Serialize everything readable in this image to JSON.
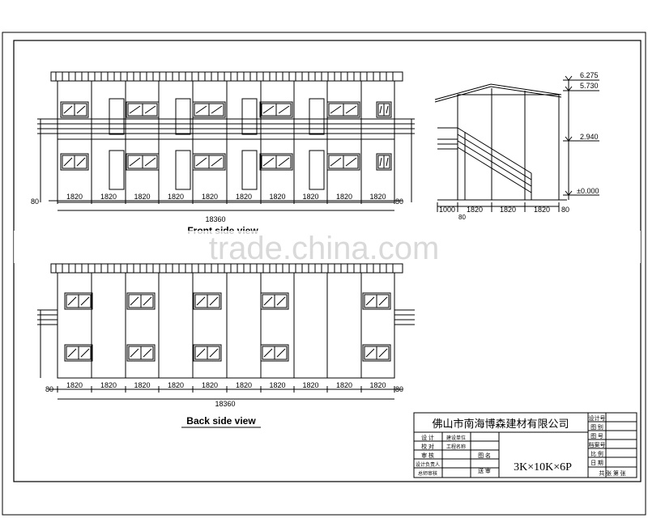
{
  "front": {
    "caption": "Front side view",
    "dims": [
      "1820",
      "1820",
      "1820",
      "1820",
      "1820",
      "1820",
      "1820",
      "1820",
      "1820",
      "1820"
    ],
    "end_dim": "80",
    "total": "18360"
  },
  "back": {
    "caption": "Back side view",
    "dims": [
      "1820",
      "1820",
      "1820",
      "1820",
      "1820",
      "1820",
      "1820",
      "1820",
      "1820",
      "1820"
    ],
    "end_dim": "80",
    "total": "18360"
  },
  "side": {
    "levels": [
      "6.275",
      "5.730",
      "2.940",
      "±0.000"
    ],
    "dims": [
      "1000",
      "1820",
      "1820",
      "1820"
    ],
    "end_dim": "80"
  },
  "watermark": "trade.china.com",
  "title_block": {
    "company": "佛山市南海博森建材有限公司",
    "right_labels": [
      "设计号",
      "图 别",
      "图 号",
      "档案号",
      "比 例",
      "日 期",
      "共 张 第 张"
    ],
    "left_labels": [
      "设 计",
      "校 对",
      "审 核",
      "设计负责人",
      "总师审核"
    ],
    "mid_labels": [
      "建设单位",
      "工程名称",
      "图 名",
      "送 审"
    ],
    "spec": "3K×10K×6P"
  }
}
